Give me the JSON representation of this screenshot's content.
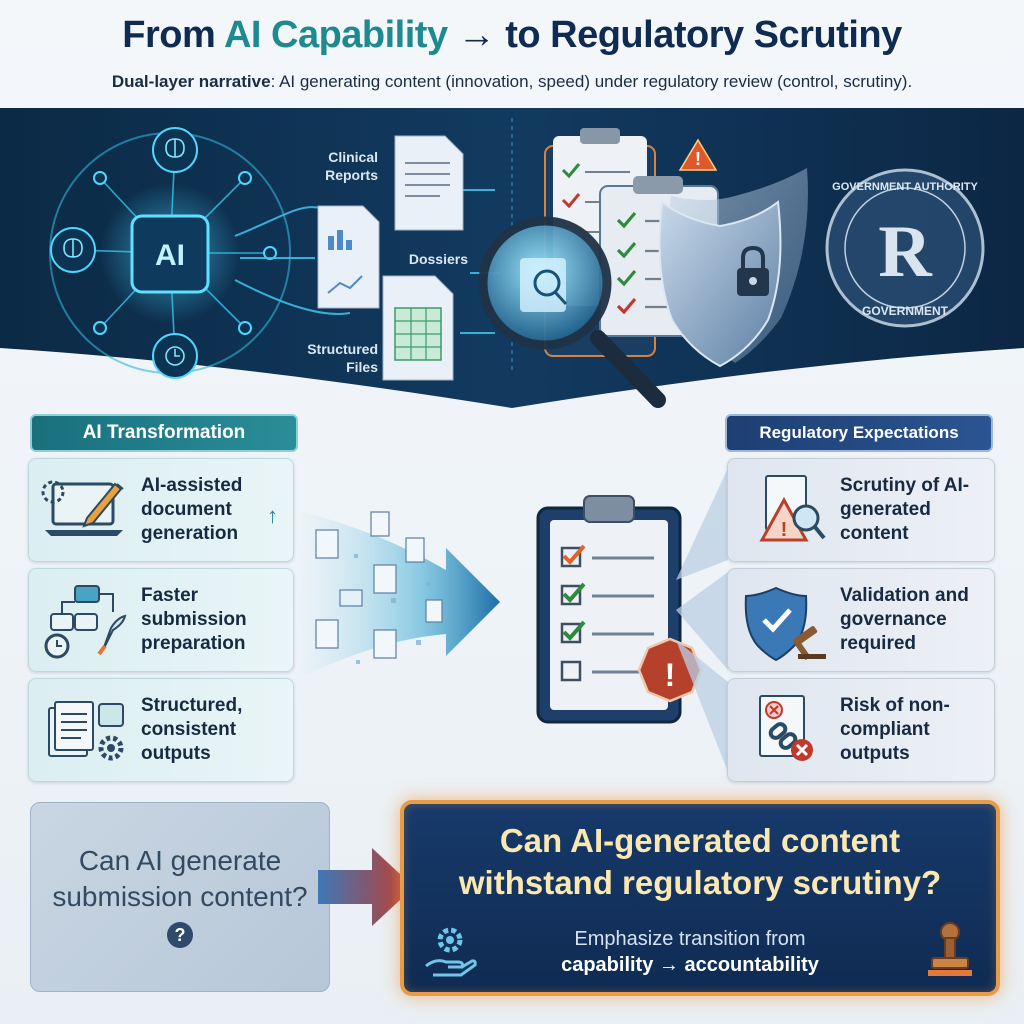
{
  "header": {
    "title_prefix": "From ",
    "title_accent": "AI Capability",
    "title_arrow": "→",
    "title_suffix": "to Regulatory Scrutiny",
    "subtitle_bold": "Dual-layer narrative",
    "subtitle_rest": ": AI generating content (innovation, speed) under regulatory review (control, scrutiny)."
  },
  "band": {
    "ai_label": "AI",
    "labels": {
      "clinical_reports": "Clinical\nReports",
      "dossiers": "Dossiers",
      "structured_files": "Structured\nFiles"
    },
    "seal_text_top": "GOVERNMENT AUTHORITY",
    "seal_text_bottom": "GOVERNMENT",
    "seal_letter": "R"
  },
  "left": {
    "heading": "AI Transformation",
    "cards": [
      {
        "text": "AI-assisted document generation"
      },
      {
        "text": "Faster submission preparation"
      },
      {
        "text": "Structured, consistent outputs"
      }
    ]
  },
  "right": {
    "heading": "Regulatory Expectations",
    "cards": [
      {
        "text": "Scrutiny of AI-generated content"
      },
      {
        "text": "Validation and governance required"
      },
      {
        "text": "Risk of non-compliant outputs"
      }
    ]
  },
  "bottom": {
    "question": "Can AI generate submission content?",
    "qmark": "?",
    "big_question": "Can AI-generated content withstand regulatory scrutiny?",
    "emphasize": "Emphasize transition from",
    "transition": "capability → accountability"
  },
  "colors": {
    "navy": "#0f2b52",
    "teal": "#1e8a8f",
    "orange_glow": "#e89b48",
    "check_green": "#2e8b3d",
    "alert_red": "#c0392b"
  }
}
